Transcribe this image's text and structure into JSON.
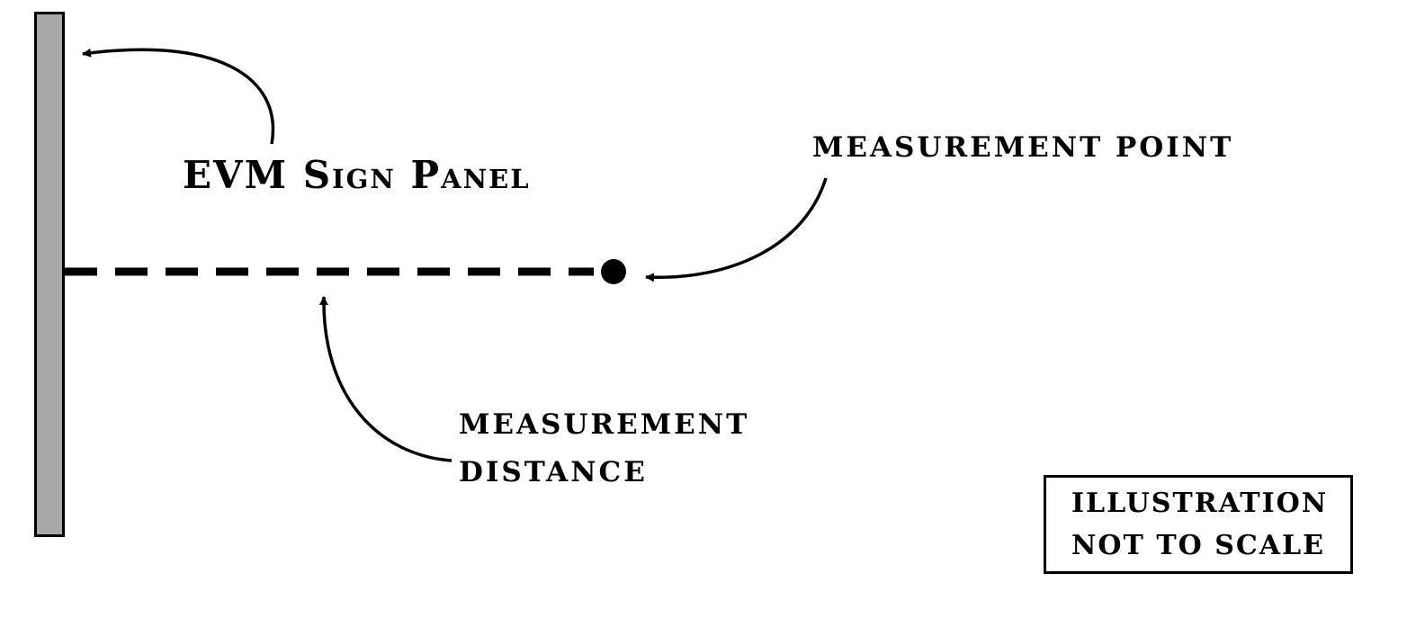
{
  "diagram": {
    "title": "EVM sign panel measurement illustration",
    "labels": {
      "sign_panel": "EVM Sign Panel",
      "measurement_point": "MEASUREMENT POINT",
      "measurement_distance_line1": "MEASUREMENT",
      "measurement_distance_line2": "DISTANCE",
      "scale_note_line1": "ILLUSTRATION",
      "scale_note_line2": "NOT TO SCALE"
    },
    "colors": {
      "panel_fill": "#a9a9a9",
      "stroke": "#000000",
      "background": "#ffffff"
    },
    "elements": {
      "sign_panel_shape": "vertical gray rectangle at left",
      "measurement_line": "horizontal dashed line from panel to measurement point",
      "measurement_point_marker": "filled black circle at end of dashed line"
    }
  }
}
